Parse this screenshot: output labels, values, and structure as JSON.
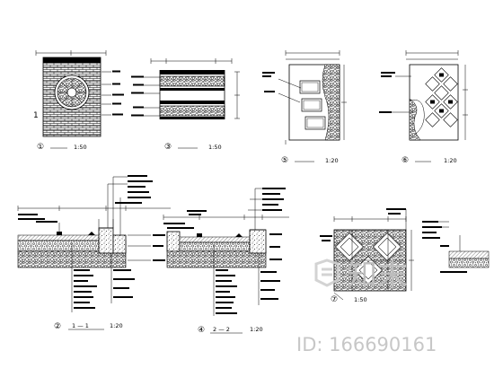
{
  "drawings": {
    "d1": {
      "number": "①",
      "title": "",
      "scale": "1:50",
      "side_mark": "1"
    },
    "d3": {
      "number": "③",
      "title": "",
      "scale": "1:50"
    },
    "d5": {
      "number": "⑤",
      "title": "",
      "scale": "1:20"
    },
    "d6": {
      "number": "⑥",
      "title": "",
      "scale": "1:20"
    },
    "d2": {
      "number": "②",
      "title": "1 — 1",
      "scale": "1:20"
    },
    "d4": {
      "number": "④",
      "title": "2 — 2",
      "scale": "1:20"
    },
    "d7": {
      "number": "⑦",
      "scale": "1:50"
    }
  },
  "watermark": {
    "brand": "知末",
    "id_text": "ID: 166690161"
  },
  "colors": {
    "line": "#000000",
    "watermark": "#bdbdbd"
  }
}
